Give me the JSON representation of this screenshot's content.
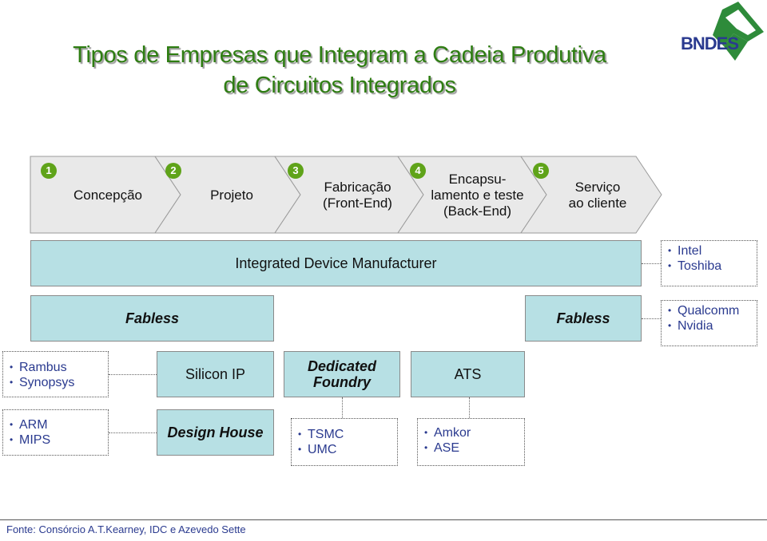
{
  "title": {
    "line1": "Tipos de Empresas que Integram a Cadeia Produtiva",
    "line2": "de Circuitos Integrados"
  },
  "logo": {
    "text": "BNDES",
    "icon": "bndes-logo-icon",
    "colors": {
      "green": "#2e8b3a",
      "blue": "#2a3a8f"
    }
  },
  "steps": [
    {
      "num": "1",
      "lines": [
        "Concepção"
      ]
    },
    {
      "num": "2",
      "lines": [
        "Projeto"
      ]
    },
    {
      "num": "3",
      "lines": [
        "Fabricação",
        "(Front-End)"
      ]
    },
    {
      "num": "4",
      "lines": [
        "Encapsu-",
        "lamento e teste",
        "(Back-End)"
      ]
    },
    {
      "num": "5",
      "lines": [
        "Serviço",
        "ao cliente"
      ]
    }
  ],
  "rows": {
    "idm": {
      "label": "Integrated Device Manufacturer",
      "examples": [
        "Intel",
        "Toshiba"
      ]
    },
    "fabless_left": {
      "label": "Fabless"
    },
    "fabless_right": {
      "label": "Fabless",
      "examples": [
        "Qualcomm",
        "Nvidia"
      ]
    },
    "silicon_ip": {
      "label": "Silicon IP",
      "examples": [
        "Rambus",
        "Synopsys"
      ]
    },
    "foundry": {
      "line1": "Dedicated",
      "line2": "Foundry",
      "examples": [
        "TSMC",
        "UMC"
      ]
    },
    "ats": {
      "label": "ATS",
      "examples": [
        "Amkor",
        "ASE"
      ]
    },
    "design_house": {
      "label": "Design House",
      "examples": [
        "ARM",
        "MIPS"
      ]
    }
  },
  "source": "Fonte: Consórcio A.T.Kearney, IDC e Azevedo Sette",
  "colors": {
    "title": "#2e7d12",
    "box": "#b7e0e4",
    "badge": "#5fa319",
    "list_text": "#2a3a8f",
    "chevron": "#e9e9e9"
  }
}
